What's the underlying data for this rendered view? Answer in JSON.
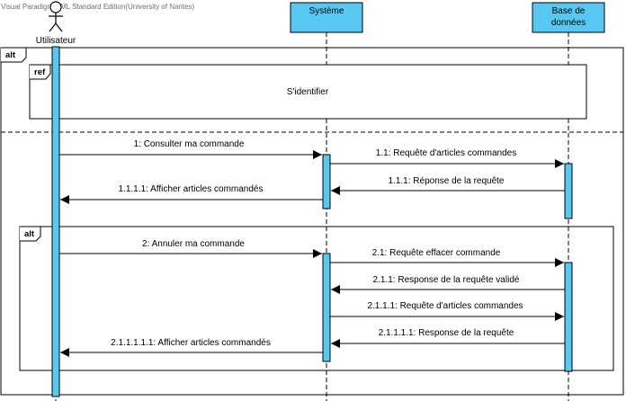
{
  "watermark": "Visual Paradigm UML Standard Edition(University of Nantes)",
  "colors": {
    "lifeline_box": "#58c8f2",
    "activation": "#58c8f2",
    "line": "#000000",
    "frame": "#000000"
  },
  "actor": {
    "label": "Utilisateur",
    "icon": "stick-figure-actor-icon"
  },
  "participants": {
    "systeme": "Système",
    "bd_line1": "Base de",
    "bd_line2": "données"
  },
  "fragments": {
    "outer_alt": "alt",
    "ref_tag": "ref",
    "ref_text": "S'identifier",
    "inner_alt": "alt"
  },
  "messages": [
    "1: Consulter ma commande",
    "1.1: Requête d'articles commandes",
    "1.1.1: Réponse de la requête",
    "1.1.1.1: Afficher articles commandés",
    "2: Annuler ma commande",
    "2.1: Requête effacer commande",
    "2.1.1: Response de la requête validé",
    "2.1.1.1: Requête d'articles commandes",
    "2.1.1.1.1: Response de la requête",
    "2.1.1.1.1.1: Afficher articles commandés"
  ]
}
